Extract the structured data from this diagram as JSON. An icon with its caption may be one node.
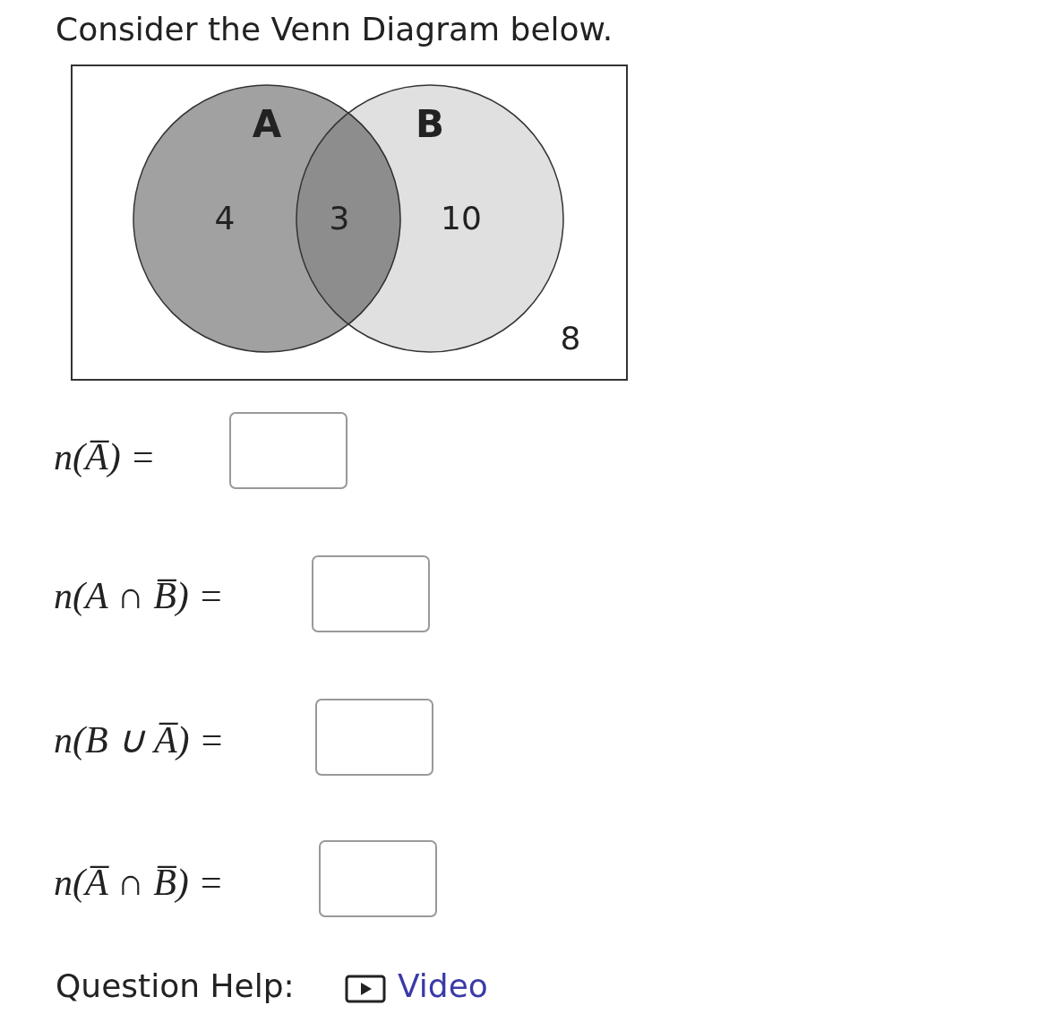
{
  "diagram": {
    "title": "Consider the Venn Diagram below.",
    "nodes": [
      {
        "text": [],
        "shape": "box"
      },
      {
        "text": [
          "A",
          "4"
        ],
        "in": 0
      },
      {
        "text": [
          "B",
          "10"
        ],
        "in": 0
      }
    ],
    "labels": [
      "3",
      "8",
      "n(A̅) =",
      "n(A ∩ B̅) =",
      "n(B ∪ A̅) =",
      "n(A̅ ∩ B̅) =",
      "Question Help:",
      "Video"
    ]
  }
}
